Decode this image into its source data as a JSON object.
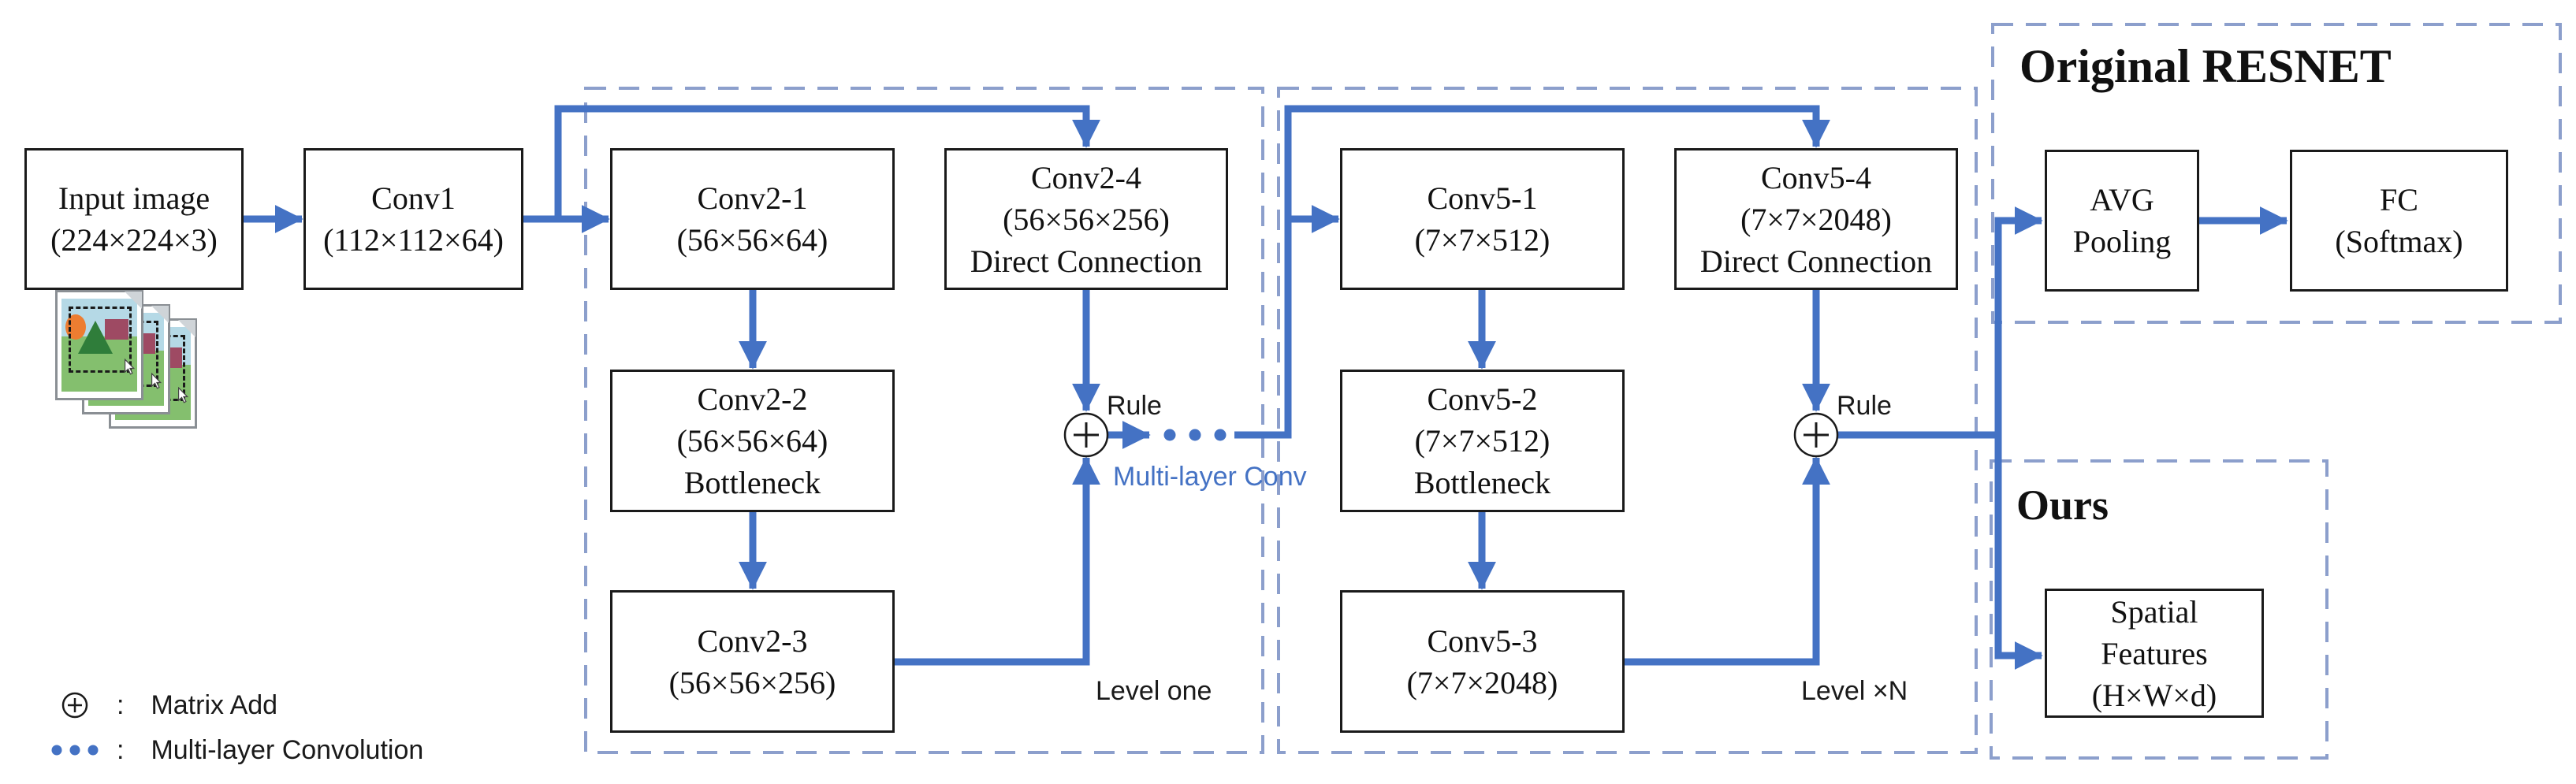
{
  "colors": {
    "connector_blue": "#4472C4",
    "dashed_border_blue": "#8C9FCC",
    "box_border": "#000000",
    "accent_text_blue": "#4472C4"
  },
  "diagram": {
    "input_image": {
      "line1": "Input image",
      "line2": "(224×224×3)"
    },
    "conv1": {
      "line1": "Conv1",
      "line2": "(112×112×64)"
    },
    "level_one": {
      "label": "Level one",
      "rule_label": "Rule",
      "conv2_1": {
        "line1": "Conv2-1",
        "line2": "(56×56×64)"
      },
      "conv2_2": {
        "line1": "Conv2-2",
        "line2": "(56×56×64)",
        "line3": "Bottleneck"
      },
      "conv2_3": {
        "line1": "Conv2-3",
        "line2": "(56×56×256)"
      },
      "conv2_4": {
        "line1": "Conv2-4",
        "line2": "(56×56×256)",
        "line3": "Direct Connection"
      }
    },
    "multi_layer_conv_label": "Multi-layer Conv",
    "level_xn": {
      "label": "Level ×N",
      "rule_label": "Rule",
      "conv5_1": {
        "line1": "Conv5-1",
        "line2": "(7×7×512)"
      },
      "conv5_2": {
        "line1": "Conv5-2",
        "line2": "(7×7×512)",
        "line3": "Bottleneck"
      },
      "conv5_3": {
        "line1": "Conv5-3",
        "line2": "(7×7×2048)"
      },
      "conv5_4": {
        "line1": "Conv5-4",
        "line2": "(7×7×2048)",
        "line3": "Direct Connection"
      }
    },
    "original_resnet": {
      "title": "Original RESNET",
      "avg_pooling": {
        "line1": "AVG",
        "line2": "Pooling"
      },
      "fc": {
        "line1": "FC",
        "line2": "(Softmax)"
      }
    },
    "ours": {
      "title": "Ours",
      "spatial_features": {
        "line1": "Spatial",
        "line2": "Features",
        "line3": "(H×W×d)"
      }
    },
    "legend": {
      "matrix_add": {
        "separator": ":",
        "label": "Matrix Add"
      },
      "multi_layer_convolution": {
        "separator": ":",
        "label": "Multi-layer Convolution"
      }
    }
  }
}
